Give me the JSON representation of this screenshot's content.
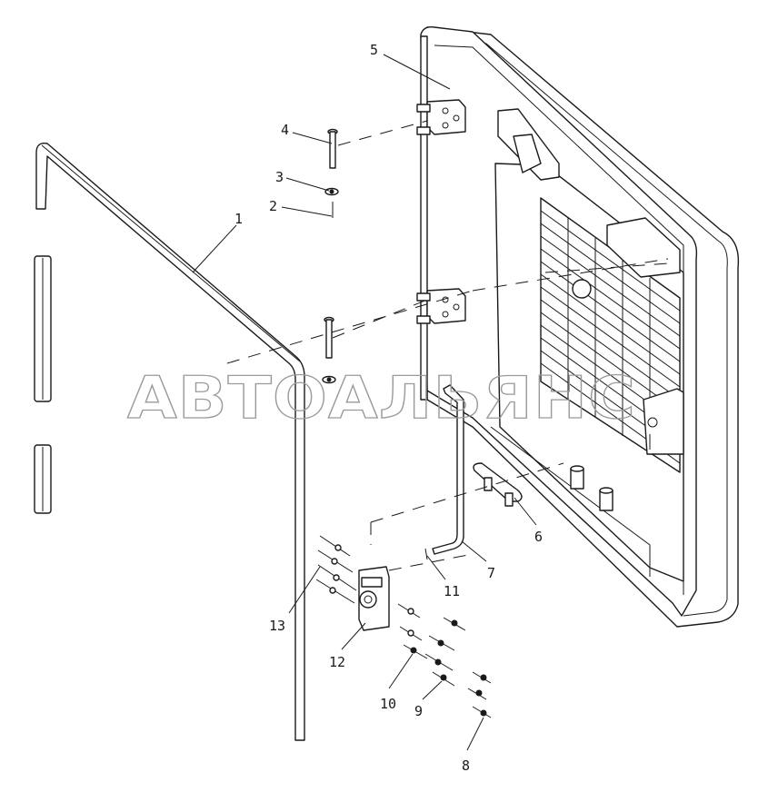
{
  "watermark": "АВТОАЛЬЯНС",
  "callouts": [
    {
      "id": "1",
      "label": "1"
    },
    {
      "id": "2",
      "label": "2"
    },
    {
      "id": "3",
      "label": "3"
    },
    {
      "id": "4",
      "label": "4"
    },
    {
      "id": "5",
      "label": "5"
    },
    {
      "id": "6",
      "label": "6"
    },
    {
      "id": "7",
      "label": "7"
    },
    {
      "id": "8",
      "label": "8"
    },
    {
      "id": "9",
      "label": "9"
    },
    {
      "id": "10",
      "label": "10"
    },
    {
      "id": "11",
      "label": "11"
    },
    {
      "id": "12",
      "label": "12"
    },
    {
      "id": "13",
      "label": "13"
    }
  ],
  "colors": {
    "line": "#1a1a1a",
    "watermark": "#9a9a9a",
    "background": "#ffffff"
  }
}
